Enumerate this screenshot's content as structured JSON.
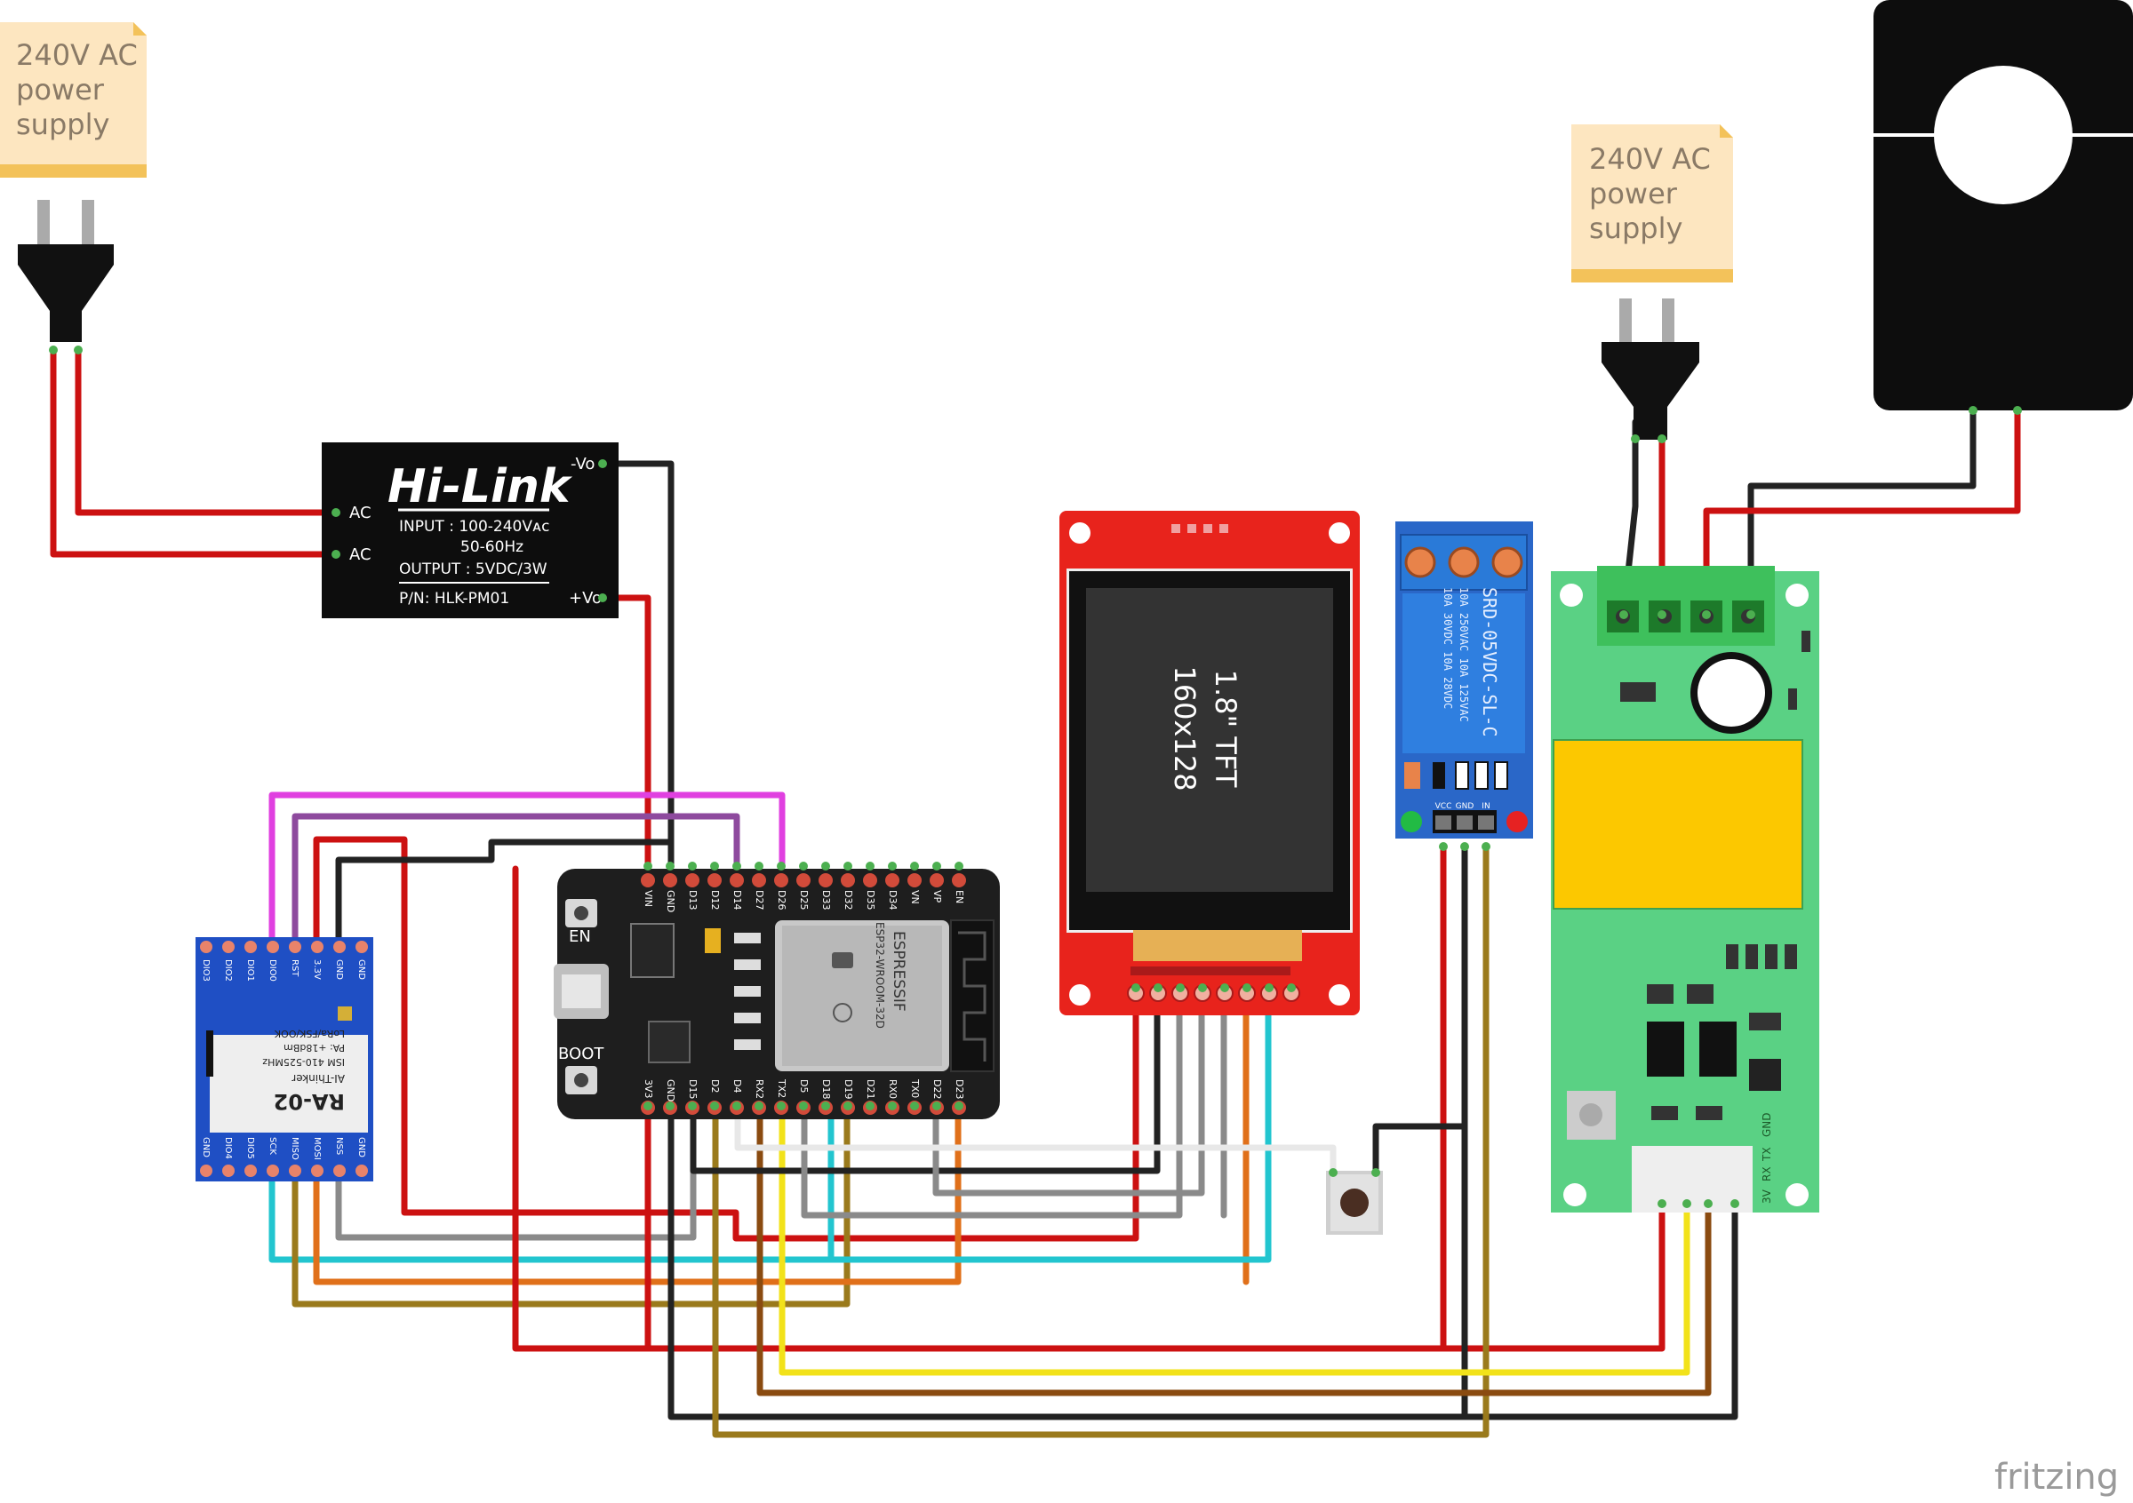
{
  "notes": {
    "left_supply": [
      "240V AC",
      "power",
      "supply"
    ],
    "right_supply": [
      "240V AC",
      "power",
      "supply"
    ]
  },
  "hilink": {
    "logo": "Hi-Link",
    "input": "INPUT : 100-240Vᴀᴄ",
    "freq": "50-60Hz",
    "output": "OUTPUT : 5VDC/3W",
    "pn": "P/N: HLK-PM01",
    "pin_ac1": "AC",
    "pin_ac2": "AC",
    "pin_vo_neg": "-Vo",
    "pin_vo_pos": "+Vo"
  },
  "lora": {
    "model": "RA-02",
    "brand": "AI-Thinker",
    "spec1": "ISM 410-525MHz",
    "spec2": "PA: +18dBm",
    "spec3": "LoRa/FSK/OOK",
    "top_pins": [
      "DIO3",
      "DIO2",
      "DIO1",
      "DIO0",
      "RST",
      "3.3V",
      "GND",
      "GND"
    ],
    "bottom_pins": [
      "GND",
      "DIO4",
      "DIO5",
      "SCK",
      "MISO",
      "MOSI",
      "NSS",
      "GND"
    ]
  },
  "esp32": {
    "vendor": "ESPRESSIF",
    "module": "ESP32-WROOM-32D",
    "en_label": "EN",
    "boot_label": "BOOT",
    "top_pins": [
      "VIN",
      "GND",
      "D13",
      "D12",
      "D14",
      "D27",
      "D26",
      "D25",
      "D33",
      "D32",
      "D35",
      "D34",
      "VN",
      "VP",
      "EN"
    ],
    "bottom_pins": [
      "3V3",
      "GND",
      "D15",
      "D2",
      "D4",
      "RX2",
      "TX2",
      "D5",
      "D18",
      "D19",
      "D21",
      "RX0",
      "TX0",
      "D22",
      "D23"
    ]
  },
  "tft": {
    "line1": "1.8\" TFT",
    "line2": "160x128"
  },
  "relay": {
    "model": "SRD-05VDC-SL-C",
    "rating1": "10A 250VAC  10A 125VAC",
    "rating2": "10A  30VDC  10A  28VDC",
    "pins": [
      "VCC",
      "GND",
      "IN"
    ]
  },
  "pzem": {
    "pin_labels": [
      "3V",
      "RX",
      "TX",
      "GND"
    ]
  },
  "watermark": "fritzing",
  "colors": {
    "wire_red": "#cc1111",
    "wire_black": "#222222",
    "wire_magenta": "#e040e0",
    "wire_purple": "#8e4a9e",
    "wire_gray": "#8a8a8a",
    "wire_cyan": "#22c5cf",
    "wire_orange": "#e0701a",
    "wire_yellow": "#f2e21a",
    "wire_brown": "#8a4b10",
    "wire_olive": "#9a7a1c",
    "wire_white": "#e8e8e8",
    "note_fill": "#fde6c0",
    "esp_board": "#1e1e1e",
    "lora_board": "#1f4fc4",
    "tft_board": "#e8231c",
    "relay_board": "#2a67c8",
    "pzem_board": "#5ad184"
  }
}
